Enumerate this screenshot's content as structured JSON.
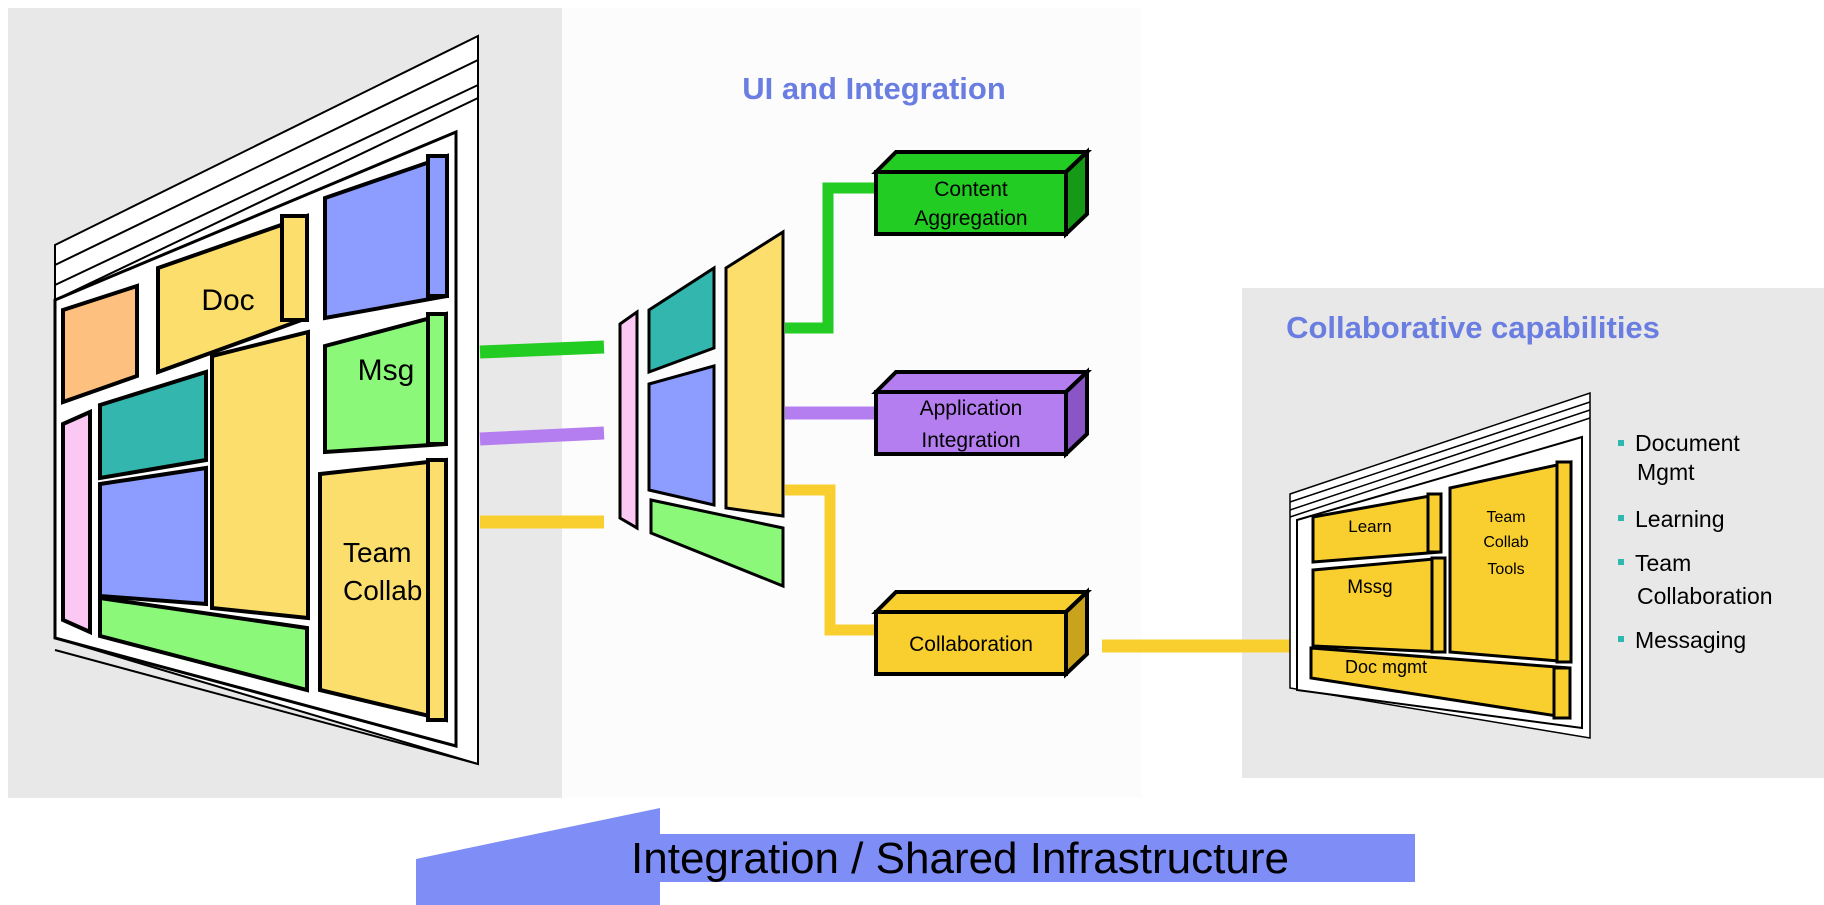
{
  "heading_ui": "UI and Integration",
  "heading_collab": "Collaborative capabilities",
  "left_portal": {
    "doc": "Doc",
    "msg": "Msg",
    "team_line1": "Team",
    "team_line2": "Collab"
  },
  "boxes": {
    "content_line1": "Content",
    "content_line2": "Aggregation",
    "app_line1": "Application",
    "app_line2": "Integration",
    "collaboration": "Collaboration"
  },
  "right_portal": {
    "learn": "Learn",
    "team_line1": "Team",
    "team_line2": "Collab",
    "team_line3": "Tools",
    "mssg": "Mssg",
    "docmgmt": "Doc mgmt"
  },
  "bullets": [
    {
      "line1": "Document",
      "line2": "Mgmt"
    },
    {
      "line1": "Learning",
      "line2": ""
    },
    {
      "line1": "Team",
      "line2": "Collaboration"
    },
    {
      "line1": "Messaging",
      "line2": ""
    }
  ],
  "arrow_label": "Integration / Shared Infrastructure",
  "colors": {
    "heading": "#6a7de0",
    "green": "#22cc22",
    "purple": "#b57ef0",
    "yellow": "#f9cf2f",
    "arrow": "#7e8ef6",
    "bullet": "#2fb8b0"
  }
}
